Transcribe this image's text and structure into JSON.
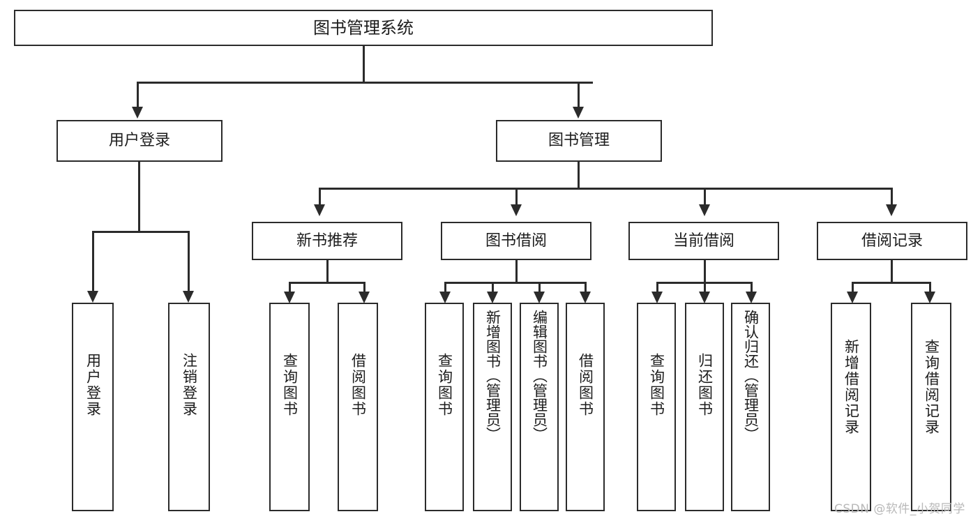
{
  "diagram": {
    "type": "tree-hierarchy",
    "title": "图书管理系统",
    "watermark": "CSDN @软件_小贺同学",
    "root": {
      "label": "图书管理系统"
    },
    "level2": [
      {
        "label": "用户登录"
      },
      {
        "label": "图书管理"
      }
    ],
    "level3": [
      {
        "label": "新书推荐"
      },
      {
        "label": "图书借阅"
      },
      {
        "label": "当前借阅"
      },
      {
        "label": "借阅记录"
      }
    ],
    "leaves": {
      "user_login": [
        {
          "label": "用户登录"
        },
        {
          "label": "注销登录"
        }
      ],
      "new_book_recommend": [
        {
          "label": "查询图书"
        },
        {
          "label": "借阅图书"
        }
      ],
      "book_borrow": [
        {
          "label": "查询图书"
        },
        {
          "label": "新增图书（管理员）"
        },
        {
          "label": "编辑图书（管理员）"
        },
        {
          "label": "借阅图书"
        }
      ],
      "current_borrow": [
        {
          "label": "查询图书"
        },
        {
          "label": "归还图书"
        },
        {
          "label": "确认归还（管理员）"
        }
      ],
      "borrow_records": [
        {
          "label": "新增借阅记录"
        },
        {
          "label": "查询借阅记录"
        }
      ]
    },
    "colors": {
      "stroke": "#2b2b2b",
      "fill": "#ffffff",
      "text": "#1c1c1c",
      "watermark": "#b9b9b9"
    }
  }
}
